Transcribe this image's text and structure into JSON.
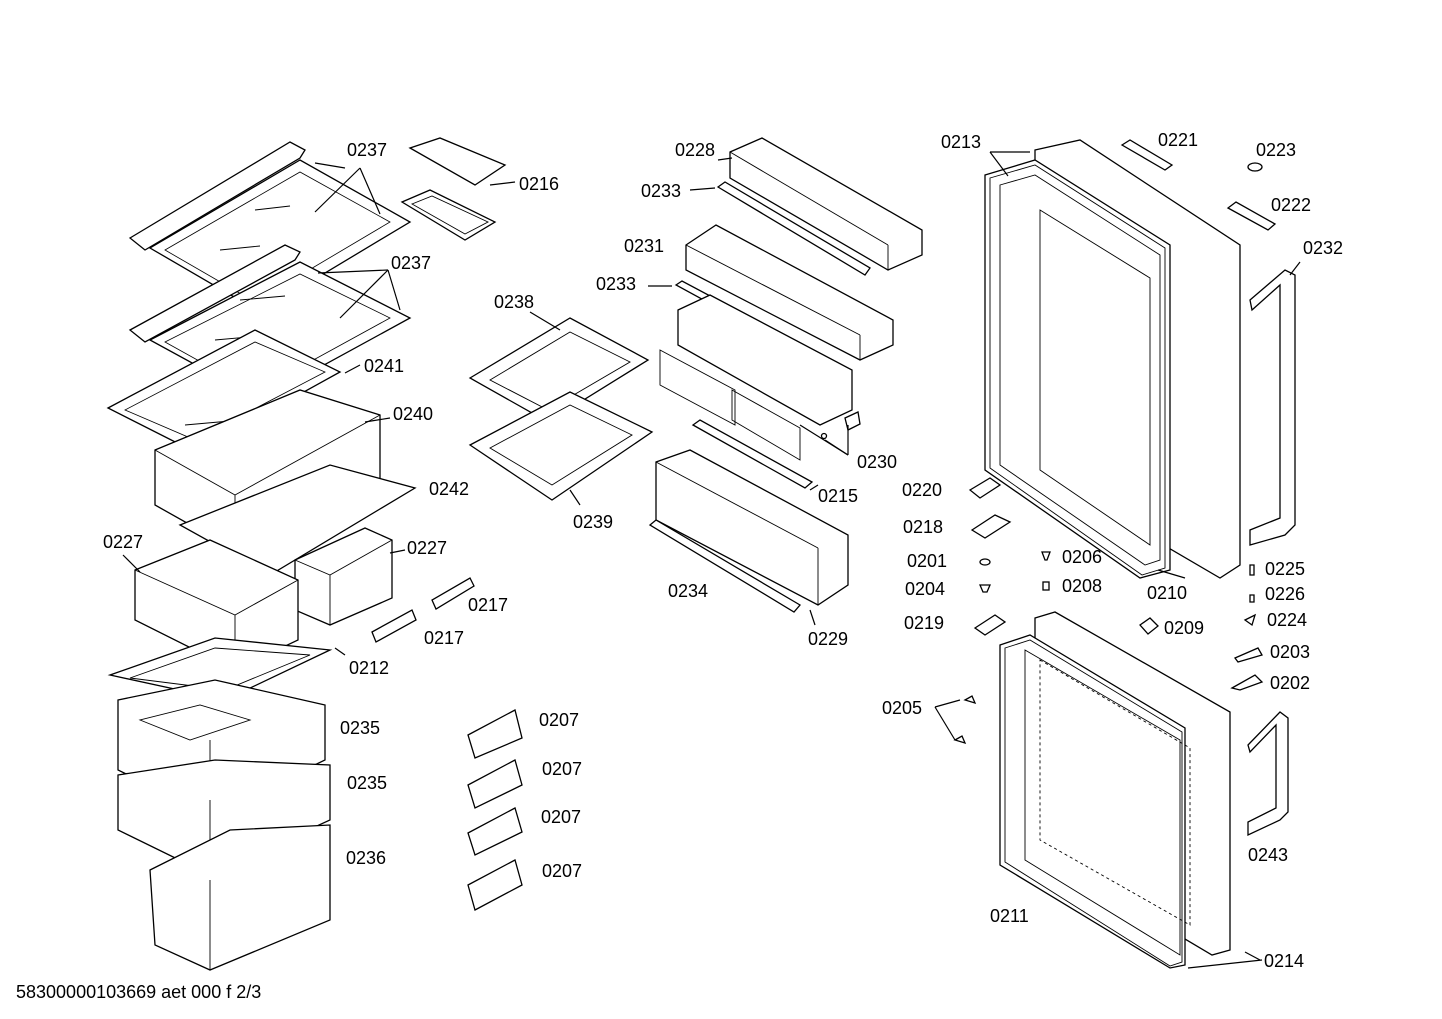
{
  "footer": {
    "doc_id": "58300000103669 aet 000 f 2/3"
  },
  "callouts": {
    "c0237a": "0237",
    "c0216": "0216",
    "c0237b": "0237",
    "c0241": "0241",
    "c0240": "0240",
    "c0242": "0242",
    "c0227a": "0227",
    "c0227b": "0227",
    "c0217a": "0217",
    "c0217b": "0217",
    "c0212": "0212",
    "c0235a": "0235",
    "c0235b": "0235",
    "c0236": "0236",
    "c0207a": "0207",
    "c0207b": "0207",
    "c0207c": "0207",
    "c0207d": "0207",
    "c0228": "0228",
    "c0233a": "0233",
    "c0231": "0231",
    "c0233b": "0233",
    "c0238": "0238",
    "c0239": "0239",
    "c0230": "0230",
    "c0215": "0215",
    "c0234": "0234",
    "c0229": "0229",
    "c0213": "0213",
    "c0221": "0221",
    "c0223": "0223",
    "c0222": "0222",
    "c0232": "0232",
    "c0220": "0220",
    "c0218": "0218",
    "c0201": "0201",
    "c0206": "0206",
    "c0204": "0204",
    "c0208": "0208",
    "c0219": "0219",
    "c0210": "0210",
    "c0209": "0209",
    "c0225": "0225",
    "c0226": "0226",
    "c0224": "0224",
    "c0203": "0203",
    "c0202": "0202",
    "c0205": "0205",
    "c0243": "0243",
    "c0211": "0211",
    "c0214": "0214"
  }
}
